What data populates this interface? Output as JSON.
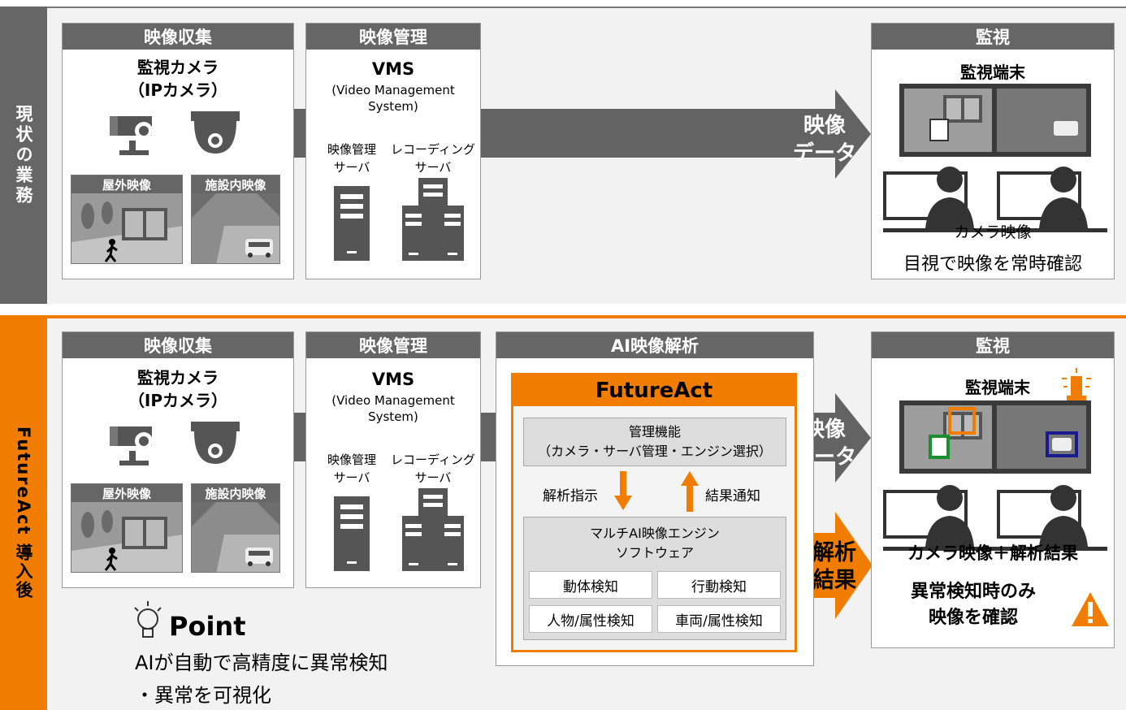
{
  "top": {
    "row_label": "現状の業務",
    "collect": {
      "header": "映像収集",
      "title_line1": "監視カメラ",
      "title_line2": "（IPカメラ）",
      "img1_caption": "屋外映像",
      "img2_caption": "施設内映像"
    },
    "manage": {
      "header": "映像管理",
      "title": "VMS",
      "sub_line1": "(Video Management",
      "sub_line2": "System)",
      "server1_line1": "映像管理",
      "server1_line2": "サーバ",
      "server2_line1": "レコーディング",
      "server2_line2": "サーバ"
    },
    "arrow_line1": "映像",
    "arrow_line2": "データ",
    "monitor": {
      "header": "監視",
      "title": "監視端末",
      "caption": "カメラ映像",
      "note": "目視で映像を常時確認"
    }
  },
  "bottom": {
    "row_label": "FutureAct 導入後",
    "collect": {
      "header": "映像収集",
      "title_line1": "監視カメラ",
      "title_line2": "（IPカメラ）",
      "img1_caption": "屋外映像",
      "img2_caption": "施設内映像"
    },
    "manage": {
      "header": "映像管理",
      "title": "VMS",
      "sub_line1": "(Video Management",
      "sub_line2": "System)",
      "server1_line1": "映像管理",
      "server1_line2": "サーバ",
      "server2_line1": "レコーディング",
      "server2_line2": "サーバ"
    },
    "analysis": {
      "header": "AI映像解析",
      "product": "FutureAct",
      "mgmt_line1": "管理機能",
      "mgmt_line2": "（カメラ・サーバ管理・エンジン選択）",
      "down_label": "解析指示",
      "up_label": "結果通知",
      "engine_line1": "マルチAI映像エンジン",
      "engine_line2": "ソフトウェア",
      "features": [
        "動体検知",
        "行動検知",
        "人物/属性検知",
        "車両/属性検知"
      ]
    },
    "arrow1_line1": "映像",
    "arrow1_line2": "データ",
    "arrow2_line1": "解析",
    "arrow2_line2": "結果",
    "monitor": {
      "header": "監視",
      "title": "監視端末",
      "caption": "カメラ映像＋解析結果",
      "note_line1": "異常検知時のみ",
      "note_line2": "映像を確認"
    },
    "point": {
      "title": "Point",
      "line1": "AIが自動で高精度に異常検知",
      "line2": "・異常を可視化"
    }
  },
  "colors": {
    "orange": "#f07d00",
    "gray_band": "#f2f2f2",
    "dark_gray": "#666666",
    "arrow_gray": "#636363"
  }
}
